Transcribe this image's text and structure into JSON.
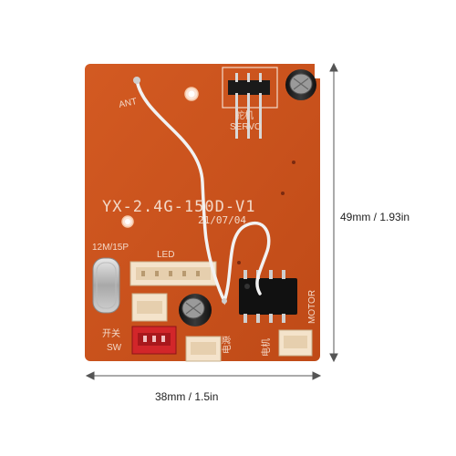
{
  "board": {
    "model_text": "YX-2.4G-150D-V1",
    "date_text": "21/07/04",
    "ant_label": "ANT",
    "servo_cn": "舵机",
    "servo_label": "SERVO",
    "crystal_label": "12M/15P",
    "led_label": "LED",
    "switch_cn": "开关",
    "switch_label": "SW",
    "power_cn": "电源",
    "motor_cn": "电机",
    "motor_label": "MOTOR"
  },
  "dimensions": {
    "width_label": "38mm / 1.5in",
    "height_label": "49mm / 1.93in"
  },
  "colors": {
    "pcb": "#c8501e",
    "silkscreen": "#f3d9c8",
    "background": "#ffffff"
  }
}
